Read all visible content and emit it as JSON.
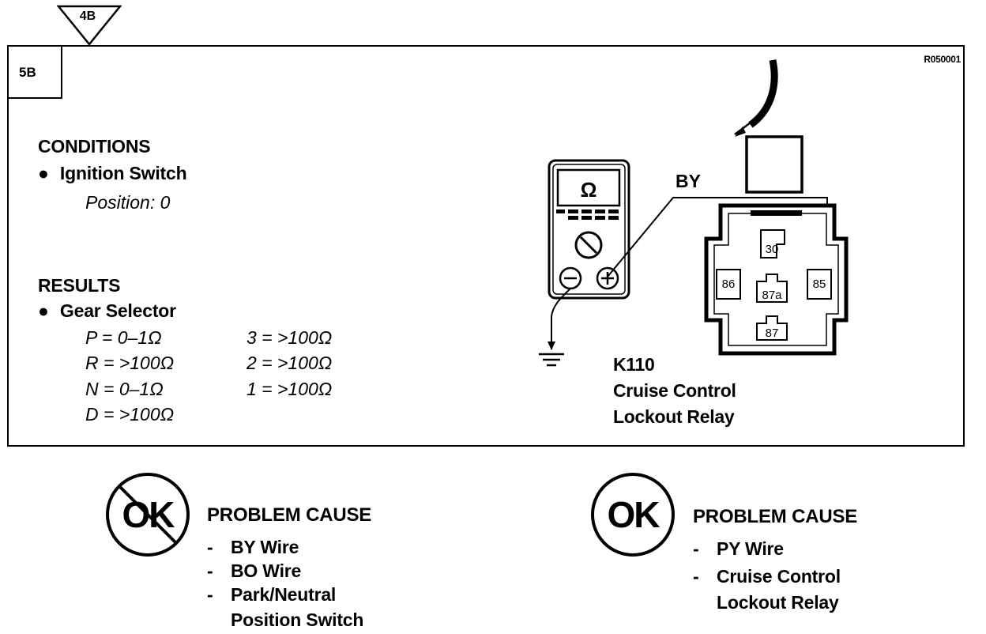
{
  "header": {
    "prev_step": "4B",
    "step": "5B",
    "ref_code": "R050001"
  },
  "conditions": {
    "heading": "CONDITIONS",
    "item": "Ignition Switch",
    "value": "Position: 0"
  },
  "results": {
    "heading": "RESULTS",
    "item": "Gear Selector",
    "values": [
      "P = 0–1Ω",
      "R = >100Ω",
      "N = 0–1Ω",
      "D = >100Ω",
      "3 = >100Ω",
      "2 = >100Ω",
      "1 = >100Ω"
    ]
  },
  "meter": {
    "display_symbol": "Ω",
    "minus_symbol": "⊖",
    "plus_symbol": "⊕"
  },
  "wire_label": "BY",
  "relay": {
    "id": "K110",
    "name_line1": "Cruise Control",
    "name_line2": "Lockout Relay",
    "pins": [
      "30",
      "86",
      "87a",
      "85",
      "87"
    ]
  },
  "not_ok": {
    "symbol": "OK",
    "heading": "PROBLEM CAUSE",
    "causes": [
      "BY Wire",
      "BO Wire",
      "Park/Neutral",
      "Position Switch"
    ]
  },
  "ok": {
    "symbol": "OK",
    "heading": "PROBLEM CAUSE",
    "causes": [
      "PY Wire",
      "Cruise Control",
      "Lockout Relay"
    ]
  },
  "colors": {
    "ink": "#000000",
    "paper": "#ffffff"
  }
}
